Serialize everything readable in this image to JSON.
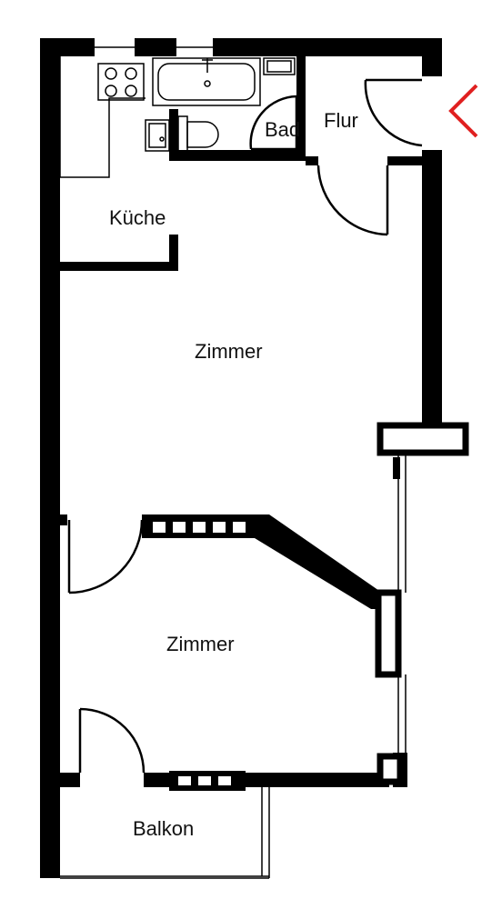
{
  "rooms": {
    "bad": "Bad",
    "flur": "Flur",
    "kueche": "Küche",
    "zimmer_1": "Zimmer",
    "zimmer_2": "Zimmer",
    "balkon": "Balkon"
  },
  "colors": {
    "wall": "#000000",
    "background": "#ffffff",
    "entrance_marker": "#e02020"
  },
  "icons": {
    "entrance_marker": "chevron-left-icon"
  }
}
